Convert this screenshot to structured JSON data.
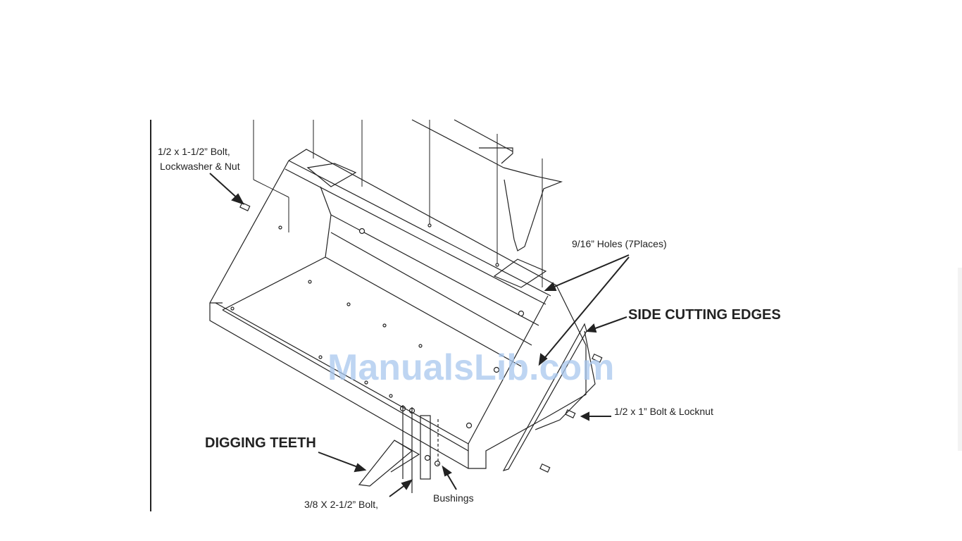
{
  "labels": {
    "bolt_top_line1": "1/2 x 1-1/2” Bolt,",
    "bolt_top_line2": "Lockwasher & Nut",
    "holes": "9/16” Holes (7Places)",
    "side_cutting_edges": "SIDE CUTTING EDGES",
    "bolt_locknut": "1/2 x 1” Bolt & Locknut",
    "digging_teeth": "DIGGING TEETH",
    "bolt_bottom": "3/8 X 2-1/2” Bolt,",
    "bushings": "Bushings"
  },
  "watermark": "ManualsLib.com",
  "colors": {
    "line": "#222222",
    "watermark": "#a9c8ee"
  }
}
